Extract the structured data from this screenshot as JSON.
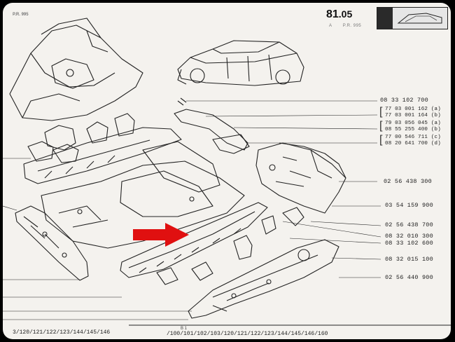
{
  "header": {
    "pr_left": "P.R. 995",
    "page_number": "81",
    "page_sub": ".05",
    "page_letter": "A",
    "page_pr": "P.R. 995"
  },
  "part_numbers": [
    "08 33 102 700",
    "77 03 001 162",
    "77 03 001 164",
    "79 03 056 045",
    "08 55 255 400",
    "77 00 546 711",
    "08 20 641 700",
    "02 56 438 300",
    "03 54 159 900",
    "02 56 438 700",
    "08 32 010 300",
    "08 33 102 600",
    "08 32 015 100",
    "02 56 440 900"
  ],
  "part_suffixes": [
    "(a)",
    "(b)",
    "(a)",
    "(b)",
    "(c)",
    "(d)"
  ],
  "footer": {
    "left_text": "3/120/121/122/123/144/145/146",
    "right_text": "/100/101/102/103/120/121/122/123/144/145/146/160",
    "cut_text": "B 1"
  },
  "colors": {
    "paper": "#f4f2ee",
    "ink": "#222222",
    "arrow": "#e01010"
  }
}
